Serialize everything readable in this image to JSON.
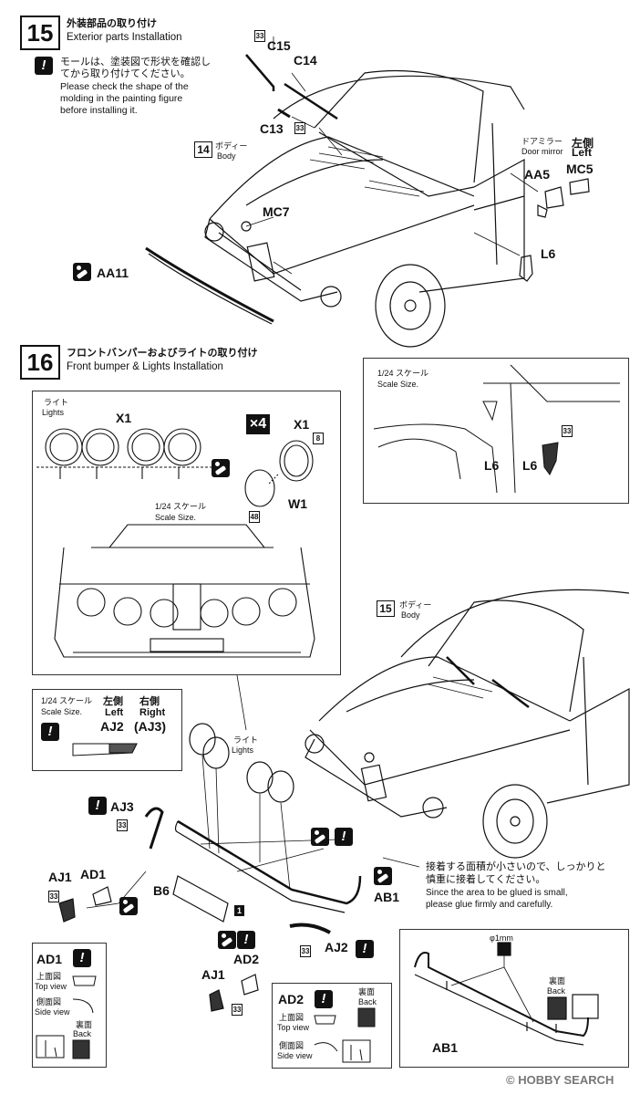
{
  "step15": {
    "number": "15",
    "title_jp": "外装部品の取り付け",
    "title_en": "Exterior parts Installation",
    "note_jp_1": "モールは、塗装図で形状を確認し",
    "note_jp_2": "てから取り付けてください。",
    "note_en_1": "Please check the shape of the",
    "note_en_2": "molding in the painting figure",
    "note_en_3": "before installing it.",
    "parts": {
      "c15": "C15",
      "c14": "C14",
      "c13": "C13",
      "mc7": "MC7",
      "aa11": "AA11",
      "aa5": "AA5",
      "mc5": "MC5",
      "l6": "L6"
    },
    "color_33": "33",
    "body_num": "14",
    "body_jp": "ボディー",
    "body_en": "Body",
    "mirror_jp": "ドアミラー",
    "mirror_en": "Door mirror",
    "left_jp": "左側",
    "left_en": "Left"
  },
  "step16": {
    "number": "16",
    "title_jp": "フロントバンパーおよびライトの取り付け",
    "title_en": "Front bumper & Lights Installation",
    "lights_jp": "ライト",
    "lights_en": "Lights",
    "x1": "X1",
    "w1": "W1",
    "x4": "×4",
    "color_8": "8",
    "color_48": "48",
    "scale_jp": "1/24 スケール",
    "scale_en": "Scale Size.",
    "scale_panel_l6a": "L6",
    "scale_panel_l6b": "L6",
    "body_num": "15",
    "body_jp": "ボディー",
    "body_en": "Body",
    "left_jp": "左側",
    "right_jp": "右側",
    "left_en": "Left",
    "right_en": "Right",
    "aj2": "AJ2",
    "aj3_paren": "(AJ3)",
    "aj3": "AJ3",
    "aj1": "AJ1",
    "ad1": "AD1",
    "ad2": "AD2",
    "b6": "B6",
    "ab1": "AB1",
    "color_33": "33",
    "color_1": "1",
    "glue_note_jp_1": "接着する面積が小さいので、しっかりと",
    "glue_note_jp_2": "慎重に接着してください。",
    "glue_note_en_1": "Since the area to be glued is small,",
    "glue_note_en_2": "please glue firmly and carefully.",
    "top_view_jp": "上面図",
    "top_view_en": "Top view",
    "side_view_jp": "側面図",
    "side_view_en": "Side view",
    "back_jp": "裏面",
    "back_en": "Back",
    "drill": "φ1mm"
  },
  "footer": {
    "logo": "© HOBBY SEARCH"
  }
}
